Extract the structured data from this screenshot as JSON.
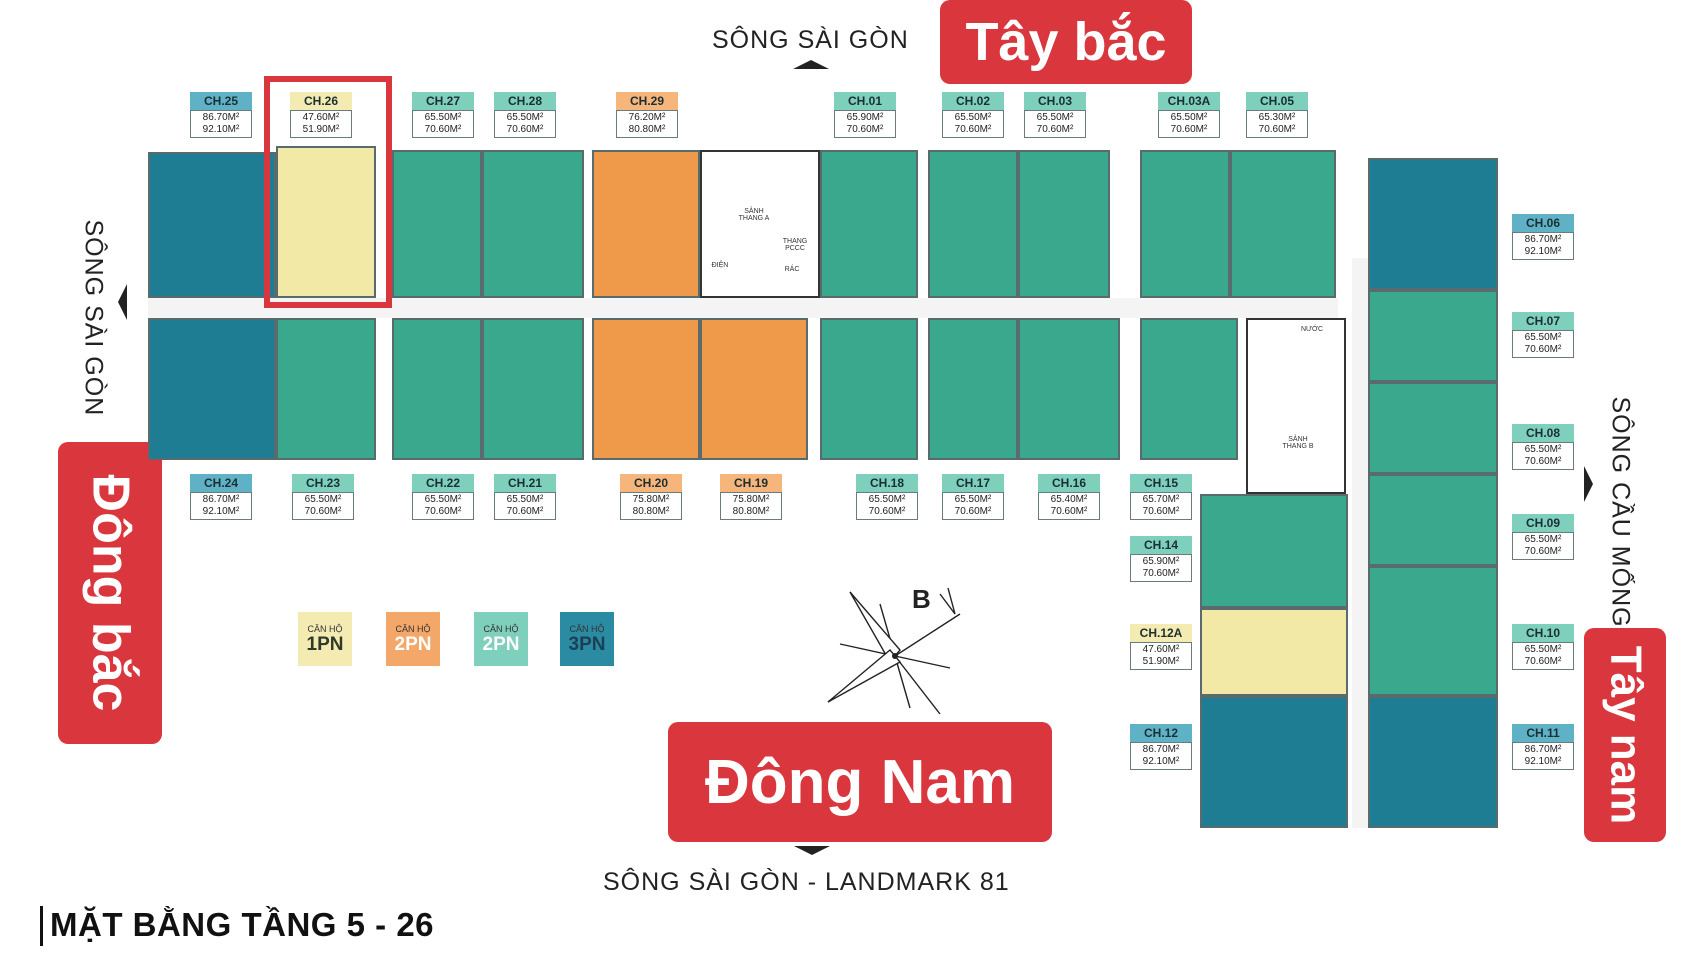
{
  "river_top": "SÔNG SÀI GÒN",
  "river_left": "SÔNG SÀI GÒN",
  "river_right": "SÔNG CẦU MỐNG",
  "river_bottom": "SÔNG SÀI GÒN - LANDMARK 81",
  "directions": {
    "northwest": "Tây bắc",
    "northeast": "Đông bắc",
    "southeast": "Đông Nam",
    "southwest": "Tây nam"
  },
  "compass_letter": "B",
  "title": "MẶT BẰNG TẦNG 5 - 26",
  "cores": {
    "stair_a": "SẢNH THANG A",
    "stair_b": "SẢNH THANG B",
    "pccc": "THANG PCCC",
    "dien": "ĐIỆN",
    "rac": "RÁC",
    "nuoc": "NƯỚC"
  },
  "legend": [
    {
      "small": "CĂN HỘ",
      "big": "1PN",
      "bg": "#f3ebb2",
      "fg": "#2f3a2a"
    },
    {
      "small": "CĂN HỘ",
      "big": "2PN",
      "bg": "#f3a86a",
      "fg": "#ffffff"
    },
    {
      "small": "CĂN HỘ",
      "big": "2PN",
      "bg": "#7ecfbb",
      "fg": "#ffffff"
    },
    {
      "small": "CĂN HỘ",
      "big": "3PN",
      "bg": "#2a8ba3",
      "fg": "#1b3f55"
    }
  ],
  "units": [
    {
      "code": "CH.25",
      "a1": "86.70M²",
      "a2": "92.10M²",
      "type": "blue"
    },
    {
      "code": "CH.26",
      "a1": "47.60M²",
      "a2": "51.90M²",
      "type": "yellow"
    },
    {
      "code": "CH.27",
      "a1": "65.50M²",
      "a2": "70.60M²",
      "type": "teal"
    },
    {
      "code": "CH.28",
      "a1": "65.50M²",
      "a2": "70.60M²",
      "type": "teal"
    },
    {
      "code": "CH.29",
      "a1": "76.20M²",
      "a2": "80.80M²",
      "type": "orange"
    },
    {
      "code": "CH.01",
      "a1": "65.90M²",
      "a2": "70.60M²",
      "type": "teal"
    },
    {
      "code": "CH.02",
      "a1": "65.50M²",
      "a2": "70.60M²",
      "type": "teal"
    },
    {
      "code": "CH.03",
      "a1": "65.50M²",
      "a2": "70.60M²",
      "type": "teal"
    },
    {
      "code": "CH.03A",
      "a1": "65.50M²",
      "a2": "70.60M²",
      "type": "teal"
    },
    {
      "code": "CH.05",
      "a1": "65.30M²",
      "a2": "70.60M²",
      "type": "teal"
    },
    {
      "code": "CH.06",
      "a1": "86.70M²",
      "a2": "92.10M²",
      "type": "blue"
    },
    {
      "code": "CH.07",
      "a1": "65.50M²",
      "a2": "70.60M²",
      "type": "teal"
    },
    {
      "code": "CH.08",
      "a1": "65.50M²",
      "a2": "70.60M²",
      "type": "teal"
    },
    {
      "code": "CH.09",
      "a1": "65.50M²",
      "a2": "70.60M²",
      "type": "teal"
    },
    {
      "code": "CH.10",
      "a1": "65.50M²",
      "a2": "70.60M²",
      "type": "teal"
    },
    {
      "code": "CH.11",
      "a1": "86.70M²",
      "a2": "92.10M²",
      "type": "blue"
    },
    {
      "code": "CH.12",
      "a1": "86.70M²",
      "a2": "92.10M²",
      "type": "blue"
    },
    {
      "code": "CH.12A",
      "a1": "47.60M²",
      "a2": "51.90M²",
      "type": "yellow"
    },
    {
      "code": "CH.14",
      "a1": "65.90M²",
      "a2": "70.60M²",
      "type": "teal"
    },
    {
      "code": "CH.15",
      "a1": "65.70M²",
      "a2": "70.60M²",
      "type": "teal"
    },
    {
      "code": "CH.16",
      "a1": "65.40M²",
      "a2": "70.60M²",
      "type": "teal"
    },
    {
      "code": "CH.17",
      "a1": "65.50M²",
      "a2": "70.60M²",
      "type": "teal"
    },
    {
      "code": "CH.18",
      "a1": "65.50M²",
      "a2": "70.60M²",
      "type": "teal"
    },
    {
      "code": "CH.19",
      "a1": "75.80M²",
      "a2": "80.80M²",
      "type": "orange"
    },
    {
      "code": "CH.20",
      "a1": "75.80M²",
      "a2": "80.80M²",
      "type": "orange"
    },
    {
      "code": "CH.21",
      "a1": "65.50M²",
      "a2": "70.60M²",
      "type": "teal"
    },
    {
      "code": "CH.22",
      "a1": "65.50M²",
      "a2": "70.60M²",
      "type": "teal"
    },
    {
      "code": "CH.23",
      "a1": "65.50M²",
      "a2": "70.60M²",
      "type": "teal"
    },
    {
      "code": "CH.24",
      "a1": "86.70M²",
      "a2": "92.10M²",
      "type": "blue"
    }
  ],
  "colors": {
    "direction_red": "#d9363e",
    "highlight_red": "#d9363e",
    "teal": "#3aa88c",
    "blue": "#1f7d93",
    "orange": "#ef9a4a",
    "yellow": "#f3e9a7"
  }
}
